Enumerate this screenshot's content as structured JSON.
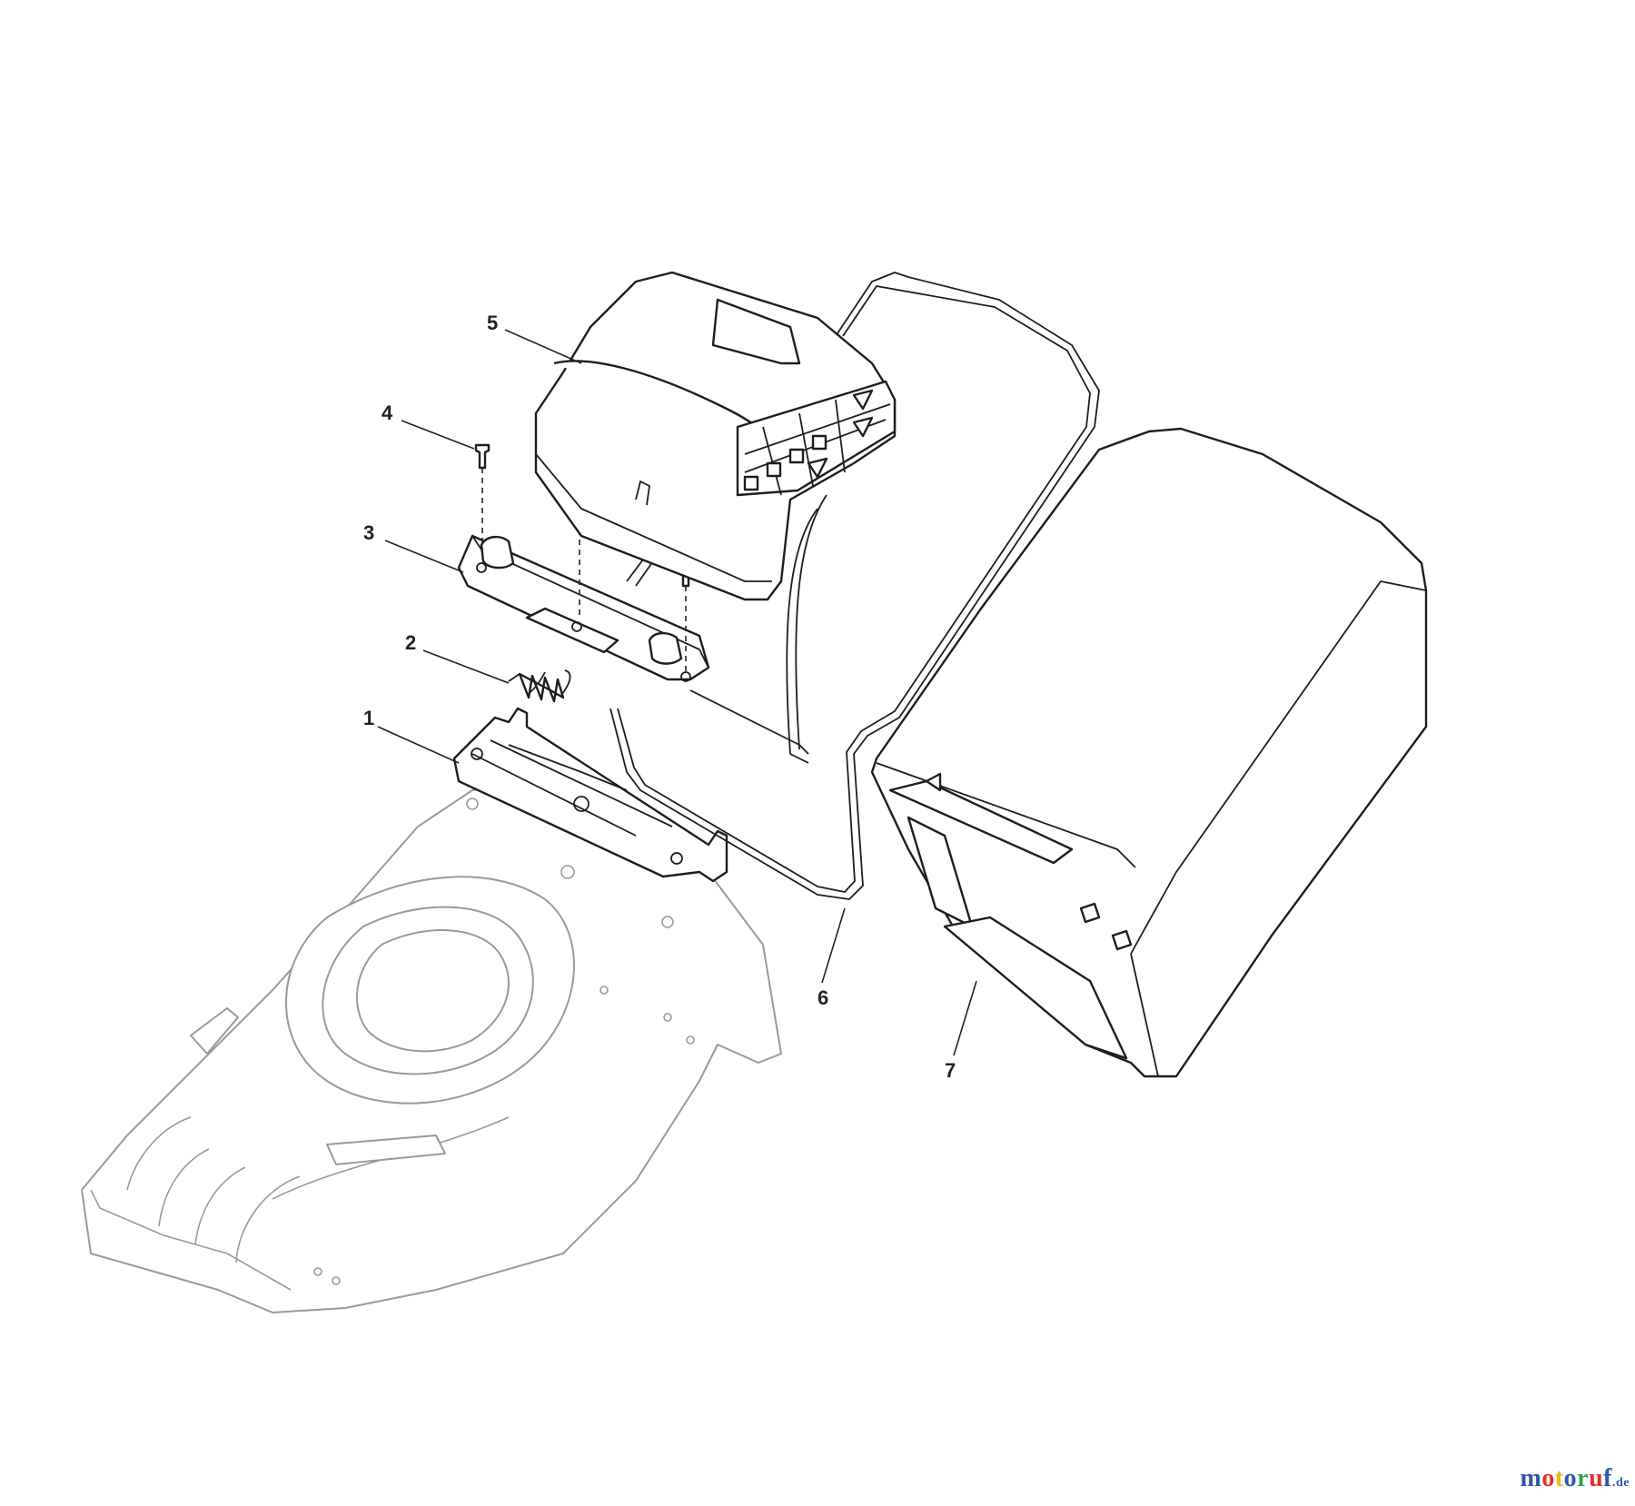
{
  "diagram": {
    "callouts": [
      {
        "id": "1",
        "label": "1"
      },
      {
        "id": "2",
        "label": "2"
      },
      {
        "id": "3",
        "label": "3"
      },
      {
        "id": "4",
        "label": "4"
      },
      {
        "id": "5",
        "label": "5"
      },
      {
        "id": "6",
        "label": "6"
      },
      {
        "id": "7",
        "label": "7"
      }
    ]
  },
  "watermark": {
    "letters": [
      "m",
      "o",
      "t",
      "o",
      "r",
      "u",
      "f"
    ],
    "tld": ".de",
    "colors": [
      "#2f57a6",
      "#e2302a",
      "#f2b51a",
      "#2f57a6",
      "#31a24c",
      "#e2302a",
      "#2f57a6"
    ]
  },
  "colors": {
    "line": "#1e1e1e",
    "ghost_line": "#9a9a9a",
    "background": "#ffffff"
  }
}
